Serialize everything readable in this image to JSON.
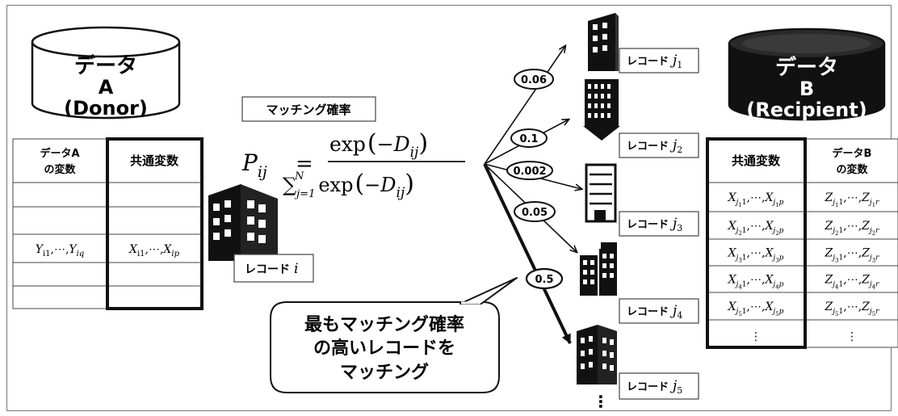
{
  "donor_db": {
    "line1": "データ",
    "line2": "A",
    "line3": "(Donor)"
  },
  "recipient_db": {
    "line1": "データ",
    "line2": "B",
    "line3": "(Recipient)"
  },
  "donor_table": {
    "col1_header_line1": "データA",
    "col1_header_line2": "の変数",
    "col2_header": "共通変数",
    "y_base": "Y",
    "y_sub1": "i1",
    "y_subq": "iq",
    "x_base": "X",
    "x_sub1": "i1",
    "x_subp": "ip",
    "ellipsis": ",⋯,"
  },
  "recipient_table": {
    "col1_header": "共通変数",
    "col2_header_line1": "データB",
    "col2_header_line2": "の変数",
    "rows": [
      {
        "j": "j",
        "jsub": "1"
      },
      {
        "j": "j",
        "jsub": "2"
      },
      {
        "j": "j",
        "jsub": "3"
      },
      {
        "j": "j",
        "jsub": "4"
      },
      {
        "j": "j",
        "jsub": "5"
      }
    ],
    "vdots": "⋮"
  },
  "formula": {
    "label": "マッチング確率",
    "lhs": "P",
    "lhs_sub": "ij",
    "equals": "=",
    "numerator_exp": "exp",
    "numerator_arg": "−D",
    "numerator_sub": "ij",
    "denominator_sum": "∑",
    "denominator_lower": "j=1",
    "denominator_upper": "N",
    "denominator_exp": "exp",
    "denominator_arg": "−D",
    "denominator_sub": "ij"
  },
  "record_i": {
    "label": "レコード",
    "var": "i"
  },
  "probabilities": [
    "0.06",
    "0.1",
    "0.002",
    "0.05",
    "0.5"
  ],
  "records": [
    {
      "label": "レコード",
      "var": "j",
      "sub": "1"
    },
    {
      "label": "レコード",
      "var": "j",
      "sub": "2"
    },
    {
      "label": "レコード",
      "var": "j",
      "sub": "3"
    },
    {
      "label": "レコード",
      "var": "j",
      "sub": "4"
    },
    {
      "label": "レコード",
      "var": "j",
      "sub": "5"
    }
  ],
  "more_records": "⋮",
  "callout": {
    "line1": "最もマッチング確率",
    "line2": "の高いレコードを",
    "line3": "マッチング"
  }
}
